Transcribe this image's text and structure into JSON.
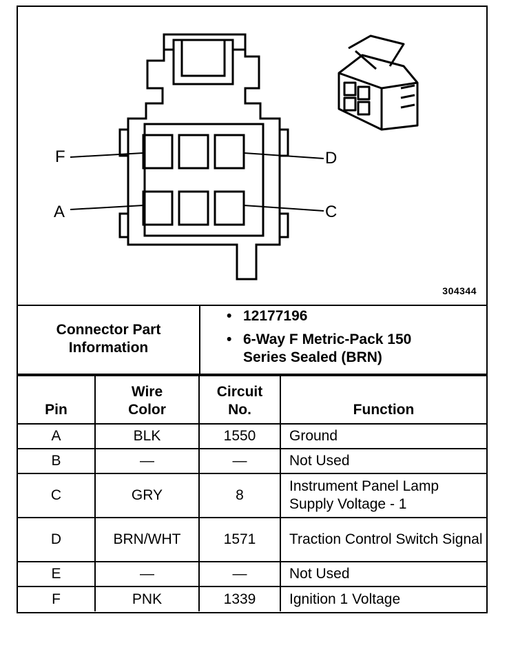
{
  "figure": {
    "reference_number": "304344",
    "pin_labels": {
      "F": "F",
      "D": "D",
      "A": "A",
      "C": "C"
    }
  },
  "connector_info": {
    "label": "Connector Part Information",
    "bullets": [
      "12177196",
      "6-Way F Metric-Pack 150 Series Sealed (BRN)"
    ],
    "bullet_symbol": "•"
  },
  "table": {
    "headers": {
      "pin": "Pin",
      "wire_color": "Wire Color",
      "circuit": "Circuit No.",
      "function": "Function"
    },
    "rows": [
      {
        "pin": "A",
        "wire": "BLK",
        "circuit": "1550",
        "function": "Ground"
      },
      {
        "pin": "B",
        "wire": "—",
        "circuit": "—",
        "function": "Not Used"
      },
      {
        "pin": "C",
        "wire": "GRY",
        "circuit": "8",
        "function": "Instrument Panel Lamp Supply Voltage - 1"
      },
      {
        "pin": "D",
        "wire": "BRN/WHT",
        "circuit": "1571",
        "function": "Traction Control Switch Signal"
      },
      {
        "pin": "E",
        "wire": "—",
        "circuit": "—",
        "function": "Not Used"
      },
      {
        "pin": "F",
        "wire": "PNK",
        "circuit": "1339",
        "function": "Ignition 1 Voltage"
      }
    ]
  }
}
